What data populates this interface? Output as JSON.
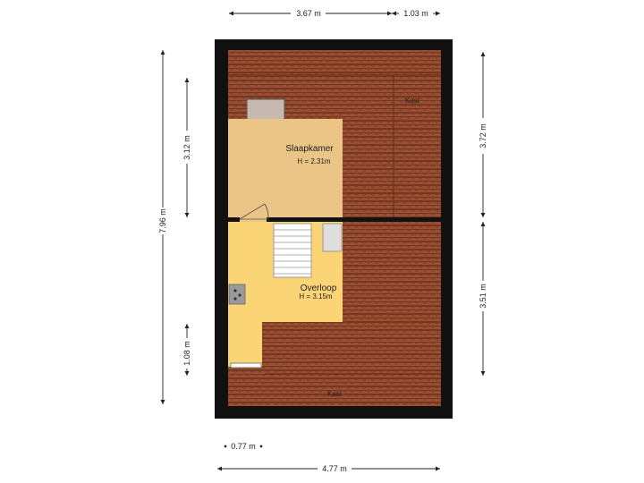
{
  "rooms": {
    "bedroom": {
      "name": "Slaapkamer",
      "height": "H = 2.31m"
    },
    "landing": {
      "name": "Overloop",
      "height": "H = 3.15m"
    }
  },
  "storage": {
    "top_right": "Kast",
    "bottom": "Kast"
  },
  "dimensions": {
    "top_left": "3.67 m",
    "top_right": "1.03 m",
    "left_total": "7.96 m",
    "left_upper": "3.12 m",
    "left_lower": "1.08 m",
    "right_upper": "3.72 m",
    "right_lower": "3.51 m",
    "bottom_small": "0.77 m",
    "bottom_total": "4.77 m"
  },
  "colors": {
    "roof_tile": "#9a4e32",
    "roof_line": "#6a2f1c",
    "bedroom_floor": "#ebc586",
    "landing_floor": "#fbd476",
    "wall": "#111111"
  }
}
